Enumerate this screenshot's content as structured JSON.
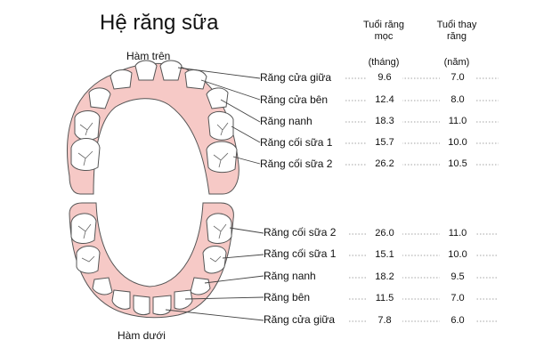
{
  "title": "Hệ răng sữa",
  "upper_jaw_label": "Hàm trên",
  "lower_jaw_label": "Hàm dưới",
  "columns": {
    "eruption": {
      "line1": "Tuổi răng",
      "line2": "mọc",
      "unit": "(tháng)"
    },
    "shedding": {
      "line1": "Tuổi thay",
      "line2": "răng",
      "unit": "(năm)"
    }
  },
  "upper": [
    {
      "name": "Răng cửa giữa",
      "eruption": "9.6",
      "shedding": "7.0"
    },
    {
      "name": "Răng cửa bên",
      "eruption": "12.4",
      "shedding": "8.0"
    },
    {
      "name": "Răng nanh",
      "eruption": "18.3",
      "shedding": "11.0"
    },
    {
      "name": "Răng cối sữa 1",
      "eruption": "15.7",
      "shedding": "10.0"
    },
    {
      "name": "Răng cối sữa 2",
      "eruption": "26.2",
      "shedding": "10.5"
    }
  ],
  "lower": [
    {
      "name": "Răng cối sữa 2",
      "eruption": "26.0",
      "shedding": "11.0"
    },
    {
      "name": "Răng cối sữa 1",
      "eruption": "15.1",
      "shedding": "10.0"
    },
    {
      "name": "Răng nanh",
      "eruption": "18.2",
      "shedding": "9.5"
    },
    {
      "name": "Răng bên",
      "eruption": "11.5",
      "shedding": "7.0"
    },
    {
      "name": "Răng cửa giữa",
      "eruption": "7.8",
      "shedding": "6.0"
    }
  ],
  "colors": {
    "gum": "#f6c9c6",
    "tooth": "#ffffff",
    "outline": "#555555",
    "leader": "#444444"
  }
}
